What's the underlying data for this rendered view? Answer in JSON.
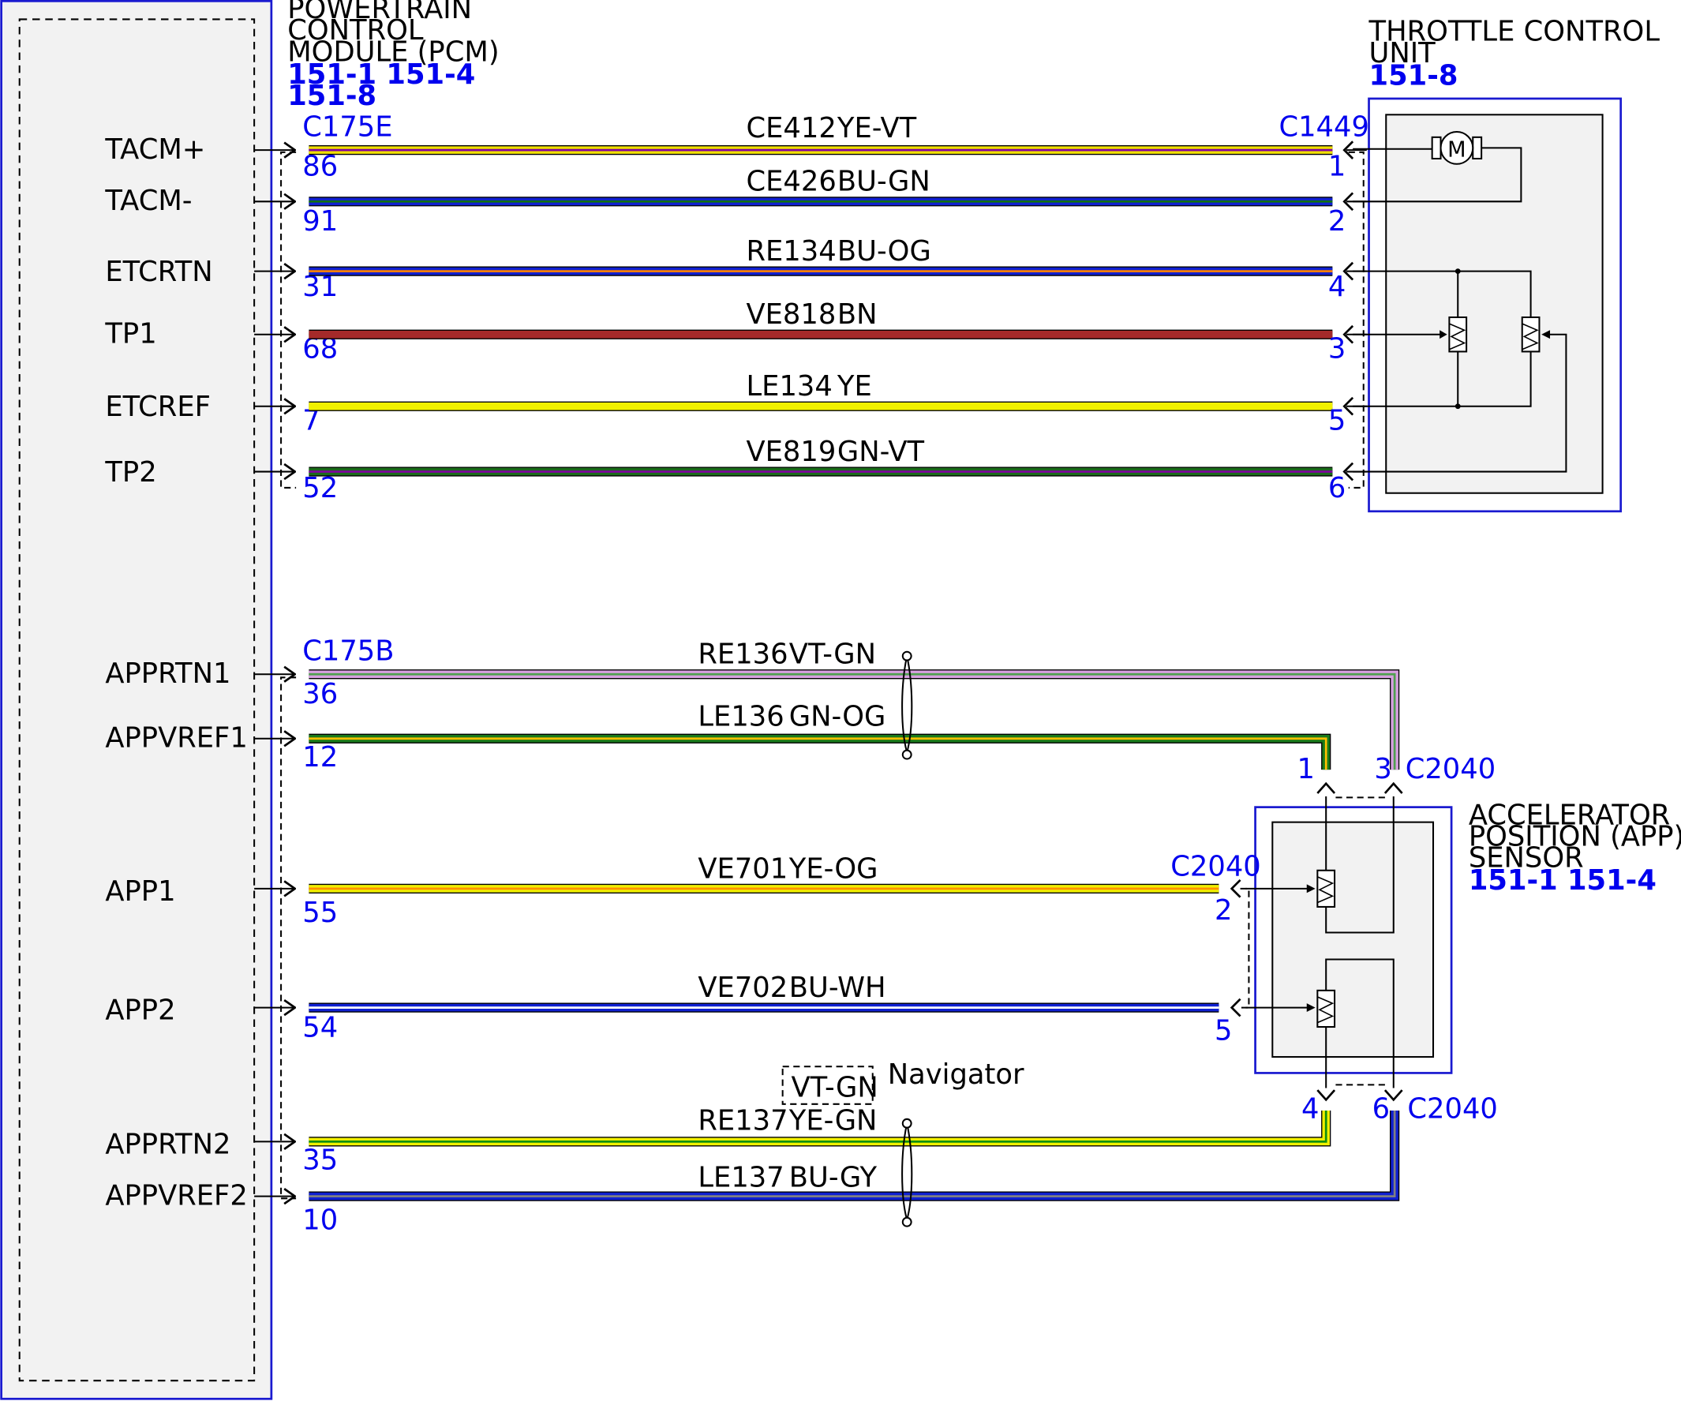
{
  "pcm": {
    "name_lines": [
      "POWERTRAIN",
      "CONTROL",
      "MODULE (PCM)"
    ],
    "refs_line1": "151-1 151-4",
    "refs_line2": "151-8",
    "connectors": {
      "top": "C175E",
      "bottom": "C175B"
    },
    "signals": [
      {
        "name": "TACM+",
        "pin": "86"
      },
      {
        "name": "TACM-",
        "pin": "91"
      },
      {
        "name": "ETCRTN",
        "pin": "31"
      },
      {
        "name": "TP1",
        "pin": "68"
      },
      {
        "name": "ETCREF",
        "pin": "7"
      },
      {
        "name": "TP2",
        "pin": "52"
      },
      {
        "name": "APPRTN1",
        "pin": "36"
      },
      {
        "name": "APPVREF1",
        "pin": "12"
      },
      {
        "name": "APP1",
        "pin": "55"
      },
      {
        "name": "APP2",
        "pin": "54"
      },
      {
        "name": "APPRTN2",
        "pin": "35"
      },
      {
        "name": "APPVREF2",
        "pin": "10"
      }
    ]
  },
  "throttle": {
    "name_lines": [
      "THROTTLE CONTROL",
      "UNIT"
    ],
    "ref": "151-8",
    "connector": "C1449",
    "motor_label": "M"
  },
  "app_sensor": {
    "name_lines": [
      "ACCELERATOR PEDAL",
      "POSITION (APP)",
      "SENSOR"
    ],
    "ref": "151-1 151-4",
    "connector": "C2040"
  },
  "wires": [
    {
      "circuit": "CE412",
      "color": "YE-VT",
      "end_pin": "1",
      "c1": "#f0e000",
      "c2": "#8000a0"
    },
    {
      "circuit": "CE426",
      "color": "BU-GN",
      "end_pin": "2",
      "c1": "#1020d0",
      "c2": "#107010"
    },
    {
      "circuit": "RE134",
      "color": "BU-OG",
      "end_pin": "4",
      "c1": "#1020d0",
      "c2": "#ff8000"
    },
    {
      "circuit": "VE818",
      "color": "BN",
      "end_pin": "3",
      "c1": "#a52a2a",
      "c2": "#a52a2a"
    },
    {
      "circuit": "LE134",
      "color": "YE",
      "end_pin": "5",
      "c1": "#f0f000",
      "c2": "#f0f000"
    },
    {
      "circuit": "VE819",
      "color": "GN-VT",
      "end_pin": "6",
      "c1": "#1a6b1a",
      "c2": "#8000a0"
    },
    {
      "circuit": "RE136",
      "color": "VT-GN",
      "end_pin": "3",
      "c1": "#d8a0e0",
      "c2": "#50a050"
    },
    {
      "circuit": "LE136",
      "color": "GN-OG",
      "end_pin": "1",
      "c1": "#1a7a1a",
      "c2": "#ffc000"
    },
    {
      "circuit": "VE701",
      "color": "YE-OG",
      "end_pin": "2",
      "c1": "#f0f000",
      "c2": "#ff9000"
    },
    {
      "circuit": "VE702",
      "color": "BU-WH",
      "end_pin": "5",
      "c1": "#1020d0",
      "c2": "#ffffff"
    },
    {
      "circuit": "RE137",
      "color": "YE-GN",
      "end_pin": "4",
      "c1": "#f0f000",
      "c2": "#109010"
    },
    {
      "circuit": "LE137",
      "color": "BU-GY",
      "end_pin": "6",
      "c1": "#1020d0",
      "c2": "#808080"
    }
  ],
  "option_box": {
    "color": "VT-GN",
    "note": "Navigator"
  }
}
